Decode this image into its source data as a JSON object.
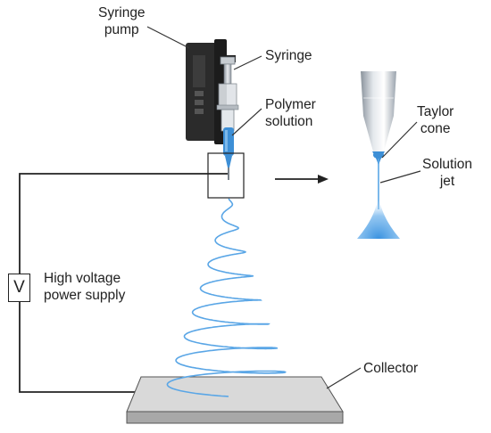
{
  "labels": {
    "syringe_pump": [
      "Syringe",
      "pump"
    ],
    "syringe": "Syringe",
    "polymer_solution": [
      "Polymer",
      "solution"
    ],
    "taylor_cone": [
      "Taylor",
      "cone"
    ],
    "solution_jet": [
      "Solution",
      "jet"
    ],
    "power_supply": [
      "High voltage",
      "power supply"
    ],
    "voltage_symbol": "V",
    "collector": "Collector"
  },
  "colors": {
    "line": "#222222",
    "pump_body": "#2b2b2b",
    "solution_blue": "#3d8fd6",
    "jet_blue": "#5aa6e6",
    "collector_top": "#d9d9d9",
    "collector_side": "#a8a8a8"
  }
}
